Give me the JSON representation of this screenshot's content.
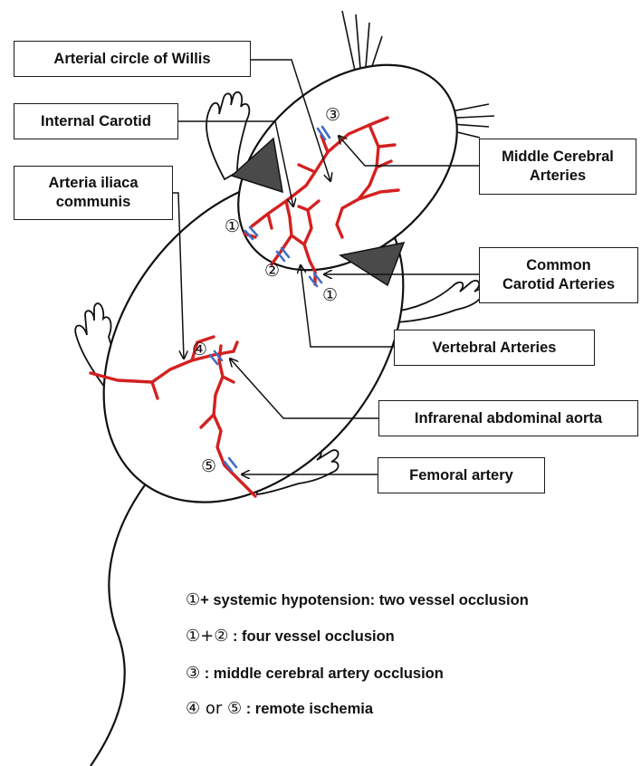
{
  "labels": {
    "circle_of_willis": "Arterial circle of Willis",
    "internal_carotid": "Internal Carotid",
    "iliaca_line1": "Arteria iliaca",
    "iliaca_line2": "communis",
    "mca_line1": "Middle Cerebral",
    "mca_line2": "Arteries",
    "cca_line1": "Common",
    "cca_line2": "Carotid Arteries",
    "vertebral": "Vertebral Arteries",
    "aorta": "Infrarenal abdominal aorta",
    "femoral": "Femoral artery"
  },
  "markers": {
    "m1a": "①",
    "m1b": "①",
    "m2": "②",
    "m3": "③",
    "m4": "④",
    "m5": "⑤"
  },
  "legend": [
    {
      "symbol": "①",
      "text": "+ systemic hypotension: two vessel occlusion"
    },
    {
      "symbol": "①+②",
      "text": " : four vessel occlusion"
    },
    {
      "symbol": "③",
      "text": " : middle cerebral artery occlusion"
    },
    {
      "symbol": "④ or ⑤",
      "text": " : remote ischemia"
    }
  ],
  "colors": {
    "artery": "#d42020",
    "occlusion": "#3f6fc4",
    "ear": "#4a4a4a",
    "outline": "#111111"
  }
}
